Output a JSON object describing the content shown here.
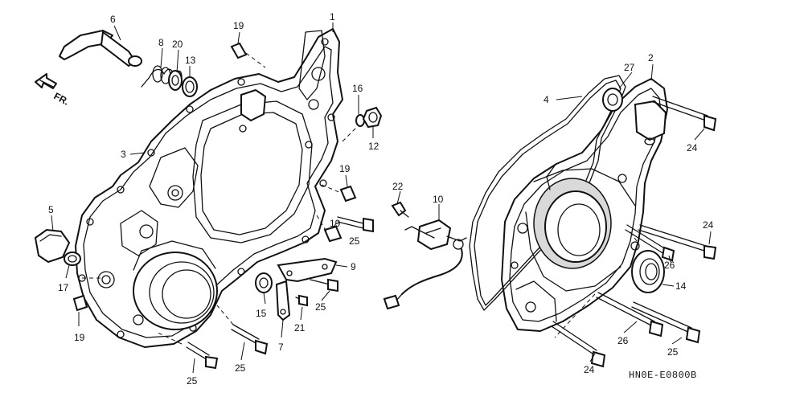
{
  "figure_code": "HN0E-E0800B",
  "direction_label": "FR.",
  "callouts": [
    {
      "id": "c1",
      "text": "1"
    },
    {
      "id": "c2",
      "text": "2"
    },
    {
      "id": "c3",
      "text": "3"
    },
    {
      "id": "c4",
      "text": "4"
    },
    {
      "id": "c5",
      "text": "5"
    },
    {
      "id": "c6",
      "text": "6"
    },
    {
      "id": "c7",
      "text": "7"
    },
    {
      "id": "c8",
      "text": "8"
    },
    {
      "id": "c9",
      "text": "9"
    },
    {
      "id": "c10",
      "text": "10"
    },
    {
      "id": "c12",
      "text": "12"
    },
    {
      "id": "c13",
      "text": "13"
    },
    {
      "id": "c14",
      "text": "14"
    },
    {
      "id": "c15",
      "text": "15"
    },
    {
      "id": "c16",
      "text": "16"
    },
    {
      "id": "c17",
      "text": "17"
    },
    {
      "id": "c19a",
      "text": "19"
    },
    {
      "id": "c19b",
      "text": "19"
    },
    {
      "id": "c19c",
      "text": "19"
    },
    {
      "id": "c19d",
      "text": "19"
    },
    {
      "id": "c20",
      "text": "20"
    },
    {
      "id": "c21",
      "text": "21"
    },
    {
      "id": "c22",
      "text": "22"
    },
    {
      "id": "c24a",
      "text": "24"
    },
    {
      "id": "c24b",
      "text": "24"
    },
    {
      "id": "c24c",
      "text": "24"
    },
    {
      "id": "c25a",
      "text": "25"
    },
    {
      "id": "c25b",
      "text": "25"
    },
    {
      "id": "c25c",
      "text": "25"
    },
    {
      "id": "c25d",
      "text": "25"
    },
    {
      "id": "c25e",
      "text": "25"
    },
    {
      "id": "c26a",
      "text": "26"
    },
    {
      "id": "c26b",
      "text": "26"
    },
    {
      "id": "c27",
      "text": "27"
    }
  ]
}
